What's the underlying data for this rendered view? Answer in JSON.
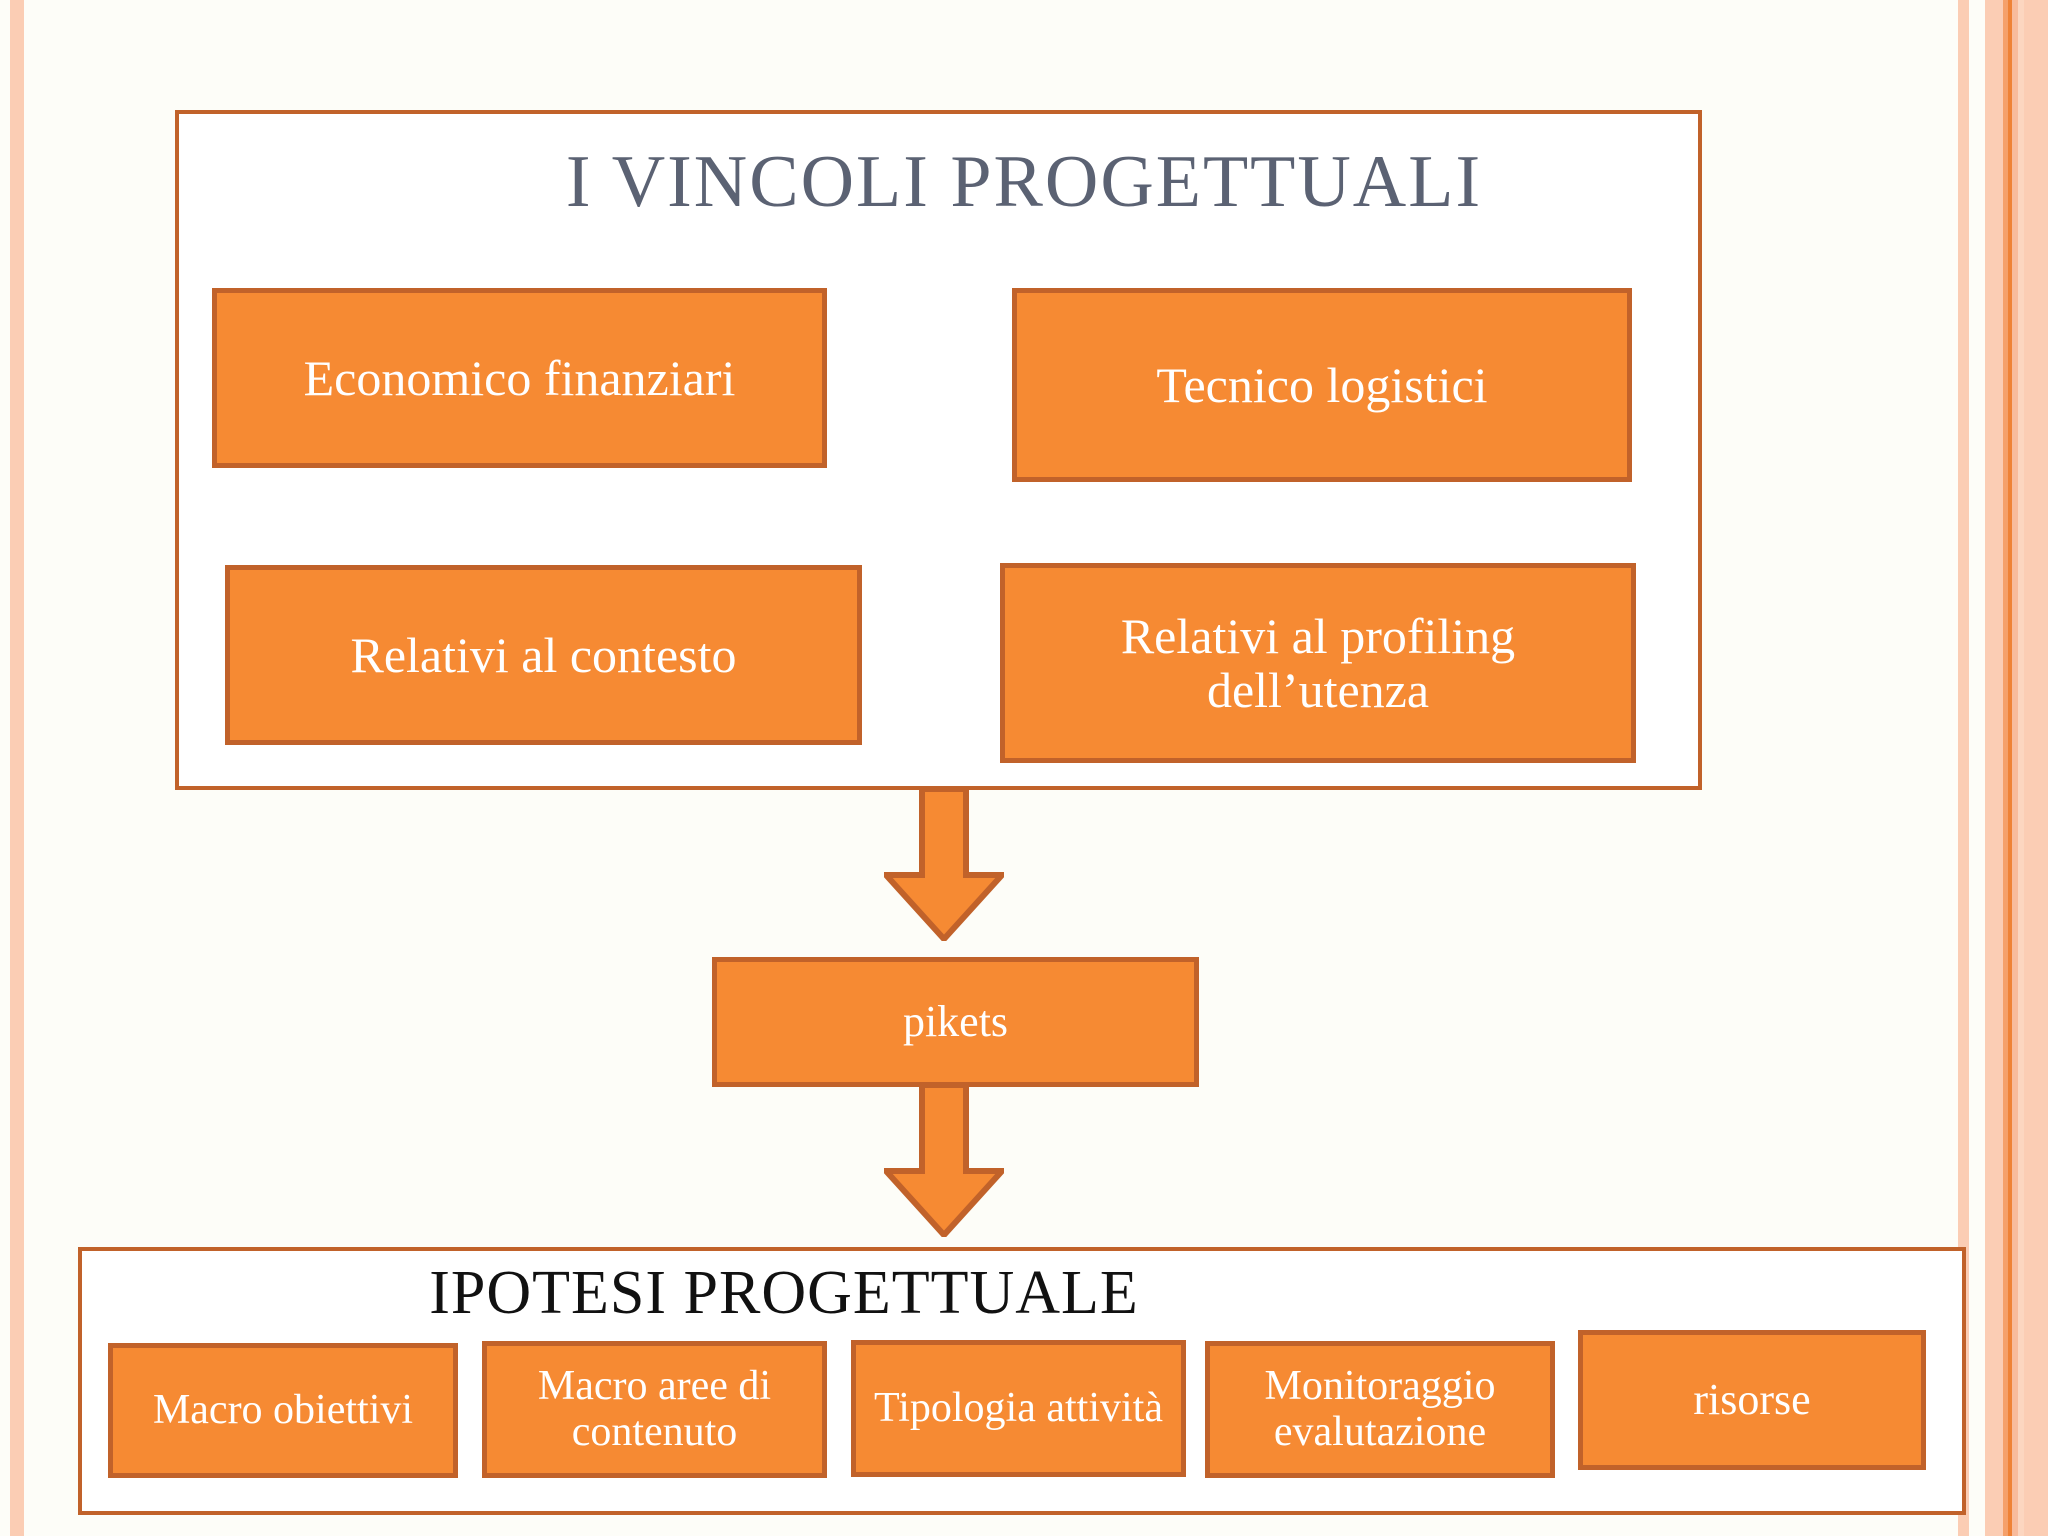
{
  "slide": {
    "top_section": {
      "title": "I VINCOLI PROGETTUALI",
      "boxes": [
        {
          "id": "economico-finanziari",
          "label": "Economico finanziari"
        },
        {
          "id": "tecnico-logistici",
          "label": "Tecnico logistici"
        },
        {
          "id": "relativi-al-contesto",
          "label": "Relativi al contesto"
        },
        {
          "id": "relativi-al-profiling",
          "label": "Relativi al profiling dell’utenza"
        }
      ]
    },
    "middle": {
      "box_label": "pikets",
      "arrow_above": "down-arrow",
      "arrow_below": "down-arrow"
    },
    "bottom_section": {
      "title": "IPOTESI PROGETTUALE",
      "boxes": [
        {
          "id": "macro-obiettivi",
          "label": "Macro obiettivi"
        },
        {
          "id": "macro-aree-di-contenuto",
          "label": "Macro aree di contenuto"
        },
        {
          "id": "tipologia-attivita",
          "label": "Tipologia attività"
        },
        {
          "id": "monitoraggio-evalutazione",
          "label": "Monitoraggio evalutazione"
        },
        {
          "id": "risorse",
          "label": "risorse"
        }
      ]
    },
    "colors": {
      "box_fill": "#f68a33",
      "box_border": "#c1622a",
      "panel_border": "#c1622a",
      "top_title_text": "#5b6273",
      "bottom_title_text": "#111111",
      "box_text": "#ffffff",
      "slide_background": "#fdfdf8",
      "stripe_light": "#fbcdb4",
      "stripe_accent": "#ef8236"
    }
  }
}
